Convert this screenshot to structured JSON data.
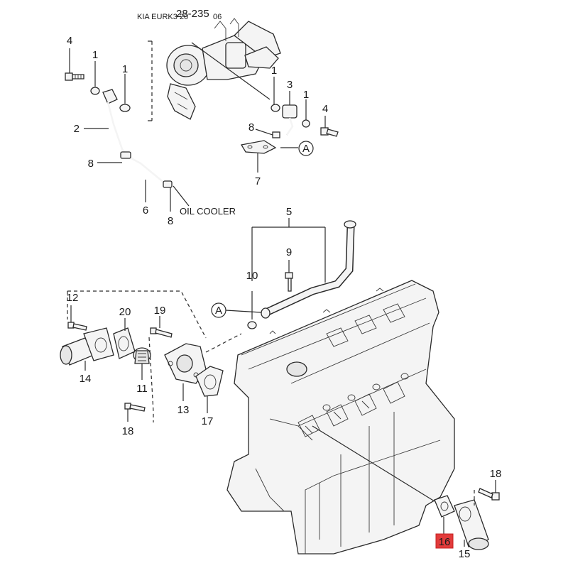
{
  "header": {
    "brand_text": "KIA EURK3 20",
    "code_text": "28-235",
    "suffix_text": "06"
  },
  "callouts": {
    "c1a": "1",
    "c1b": "1",
    "c1c": "1",
    "c1d": "1",
    "c2": "2",
    "c3": "3",
    "c4a": "4",
    "c4b": "4",
    "c5": "5",
    "c6": "6",
    "c7": "7",
    "c8a": "8",
    "c8b": "8",
    "c8c": "8",
    "c9": "9",
    "c10": "10",
    "c11": "11",
    "c12": "12",
    "c13": "13",
    "c14": "14",
    "c15": "15",
    "c16": "16",
    "c17": "17",
    "c18a": "18",
    "c18b": "18",
    "c19": "19",
    "c20": "20"
  },
  "refs": {
    "ref_a_top": "A",
    "ref_a_mid": "A"
  },
  "notes": {
    "oil_cooler": "OIL COOLER"
  },
  "highlight": {
    "part_number": "16",
    "color": "#e23b3b"
  }
}
